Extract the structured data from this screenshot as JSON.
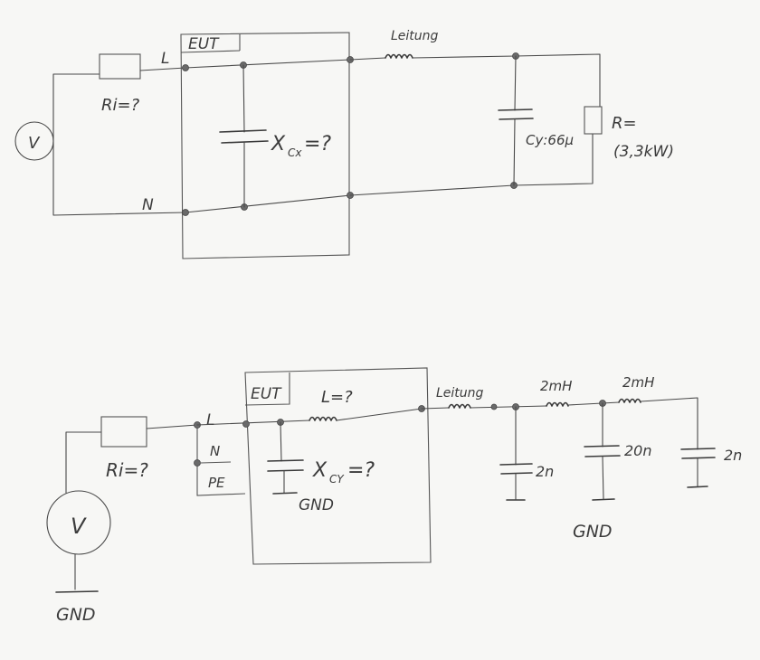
{
  "top": {
    "eut": "EUT",
    "l": "L",
    "n": "N",
    "ri": "Ri=?",
    "source": "V",
    "cx": "X",
    "cx_sub": "Cx",
    "cx_rest": "=?",
    "leitung": "Leitung",
    "cy": "Cy:66µ",
    "r": "R=",
    "r_val": "(3,3kW)"
  },
  "bottom": {
    "eut": "EUT",
    "l": "L",
    "n": "N",
    "pe": "PE",
    "ri": "Ri=?",
    "source": "V",
    "lq": "L=?",
    "cy": "X",
    "cy_sub": "CY",
    "cy_rest": "=?",
    "gnd_eut": "GND",
    "leitung": "Leitung",
    "ind1": "2mH",
    "ind2": "2mH",
    "c1": "2n",
    "c2": "20n",
    "c3": "2n",
    "gnd_net": "GND",
    "gnd_src": "GND"
  },
  "colors": {
    "paper": "#f7f7f5",
    "pencil": "#4a4a4a"
  }
}
